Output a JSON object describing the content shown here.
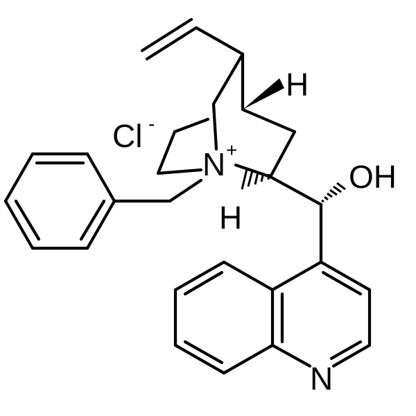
{
  "molecule": {
    "labels": {
      "counterion": "Cl",
      "counterion_charge": "-",
      "quaternary_nitrogen": "N",
      "quaternary_nitrogen_charge": "+",
      "hydroxyl": "OH",
      "bridgehead_hydrogen": "H",
      "alpha_hydrogen": "H",
      "quinoline_nitrogen": "N"
    }
  }
}
